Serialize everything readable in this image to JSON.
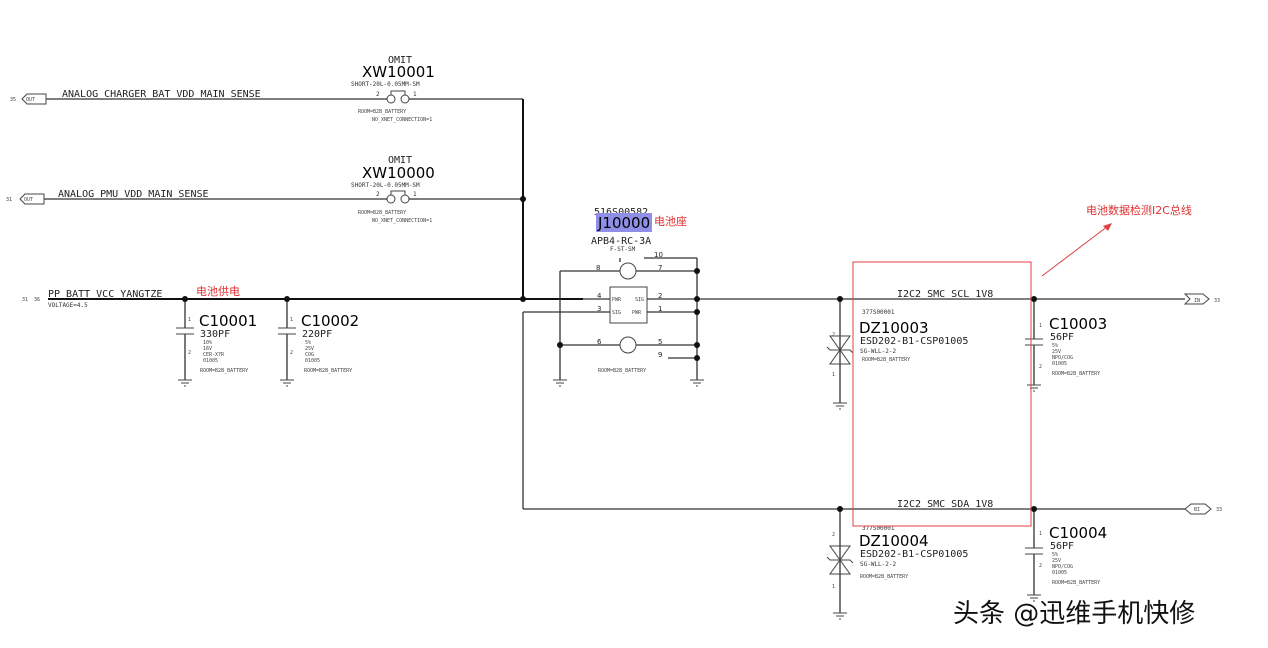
{
  "nets": {
    "charger_sense": "ANALOG_CHARGER_BAT_VDD_MAIN_SENSE",
    "pmu_sense": "ANALOG_PMU_VDD_MAIN_SENSE",
    "batt": "PP_BATT_VCC_YANGTZE",
    "batt_voltage": "VOLTAGE=4.5",
    "scl": "I2C2_SMC_SCL_1V8",
    "sda": "I2C2_SMC_SDA_1V8"
  },
  "ports": {
    "out1": "OUT",
    "out2": "OUT",
    "in": "IN",
    "bi": "BI",
    "ref_charger": "35",
    "ref_pmu": "31",
    "ref_batt_a": "31",
    "ref_batt_b": "36",
    "ref_in": "33",
    "ref_bi": "33"
  },
  "xw10001": {
    "omit": "OMIT",
    "ref": "XW10001",
    "part": "SHORT-20L-0.05MM-SM",
    "room": "ROOM=B2B_BATTERY",
    "noxnet": "NO_XNET_CONNECTION=1",
    "pin_a": "2",
    "pin_b": "1"
  },
  "xw10000": {
    "omit": "OMIT",
    "ref": "XW10000",
    "part": "SHORT-20L-0.05MM-SM",
    "room": "ROOM=B2B_BATTERY",
    "noxnet": "NO_XNET_CONNECTION=1",
    "pin_a": "2",
    "pin_b": "1"
  },
  "c10001": {
    "ref": "C10001",
    "value": "330PF",
    "p1": "10%",
    "p2": "16V",
    "p3": "CER-X7R",
    "p4": "01005",
    "room": "ROOM=B2B_BATTERY",
    "pin_a": "1",
    "pin_b": "2"
  },
  "c10002": {
    "ref": "C10002",
    "value": "220PF",
    "p1": "5%",
    "p2": "25V",
    "p3": "COG",
    "p4": "01005",
    "room": "ROOM=B2B_BATTERY",
    "pin_a": "1",
    "pin_b": "2"
  },
  "j10000": {
    "partno": "516S00582",
    "ref": "J10000",
    "part": "APB4-RC-3A",
    "subpart": "F-ST-SM",
    "room": "ROOM=B2B_BATTERY",
    "pwr": "PWR",
    "sig": "SIG",
    "pins": [
      "8",
      "10",
      "7",
      "4",
      "2",
      "3",
      "1",
      "6",
      "5",
      "9"
    ]
  },
  "dz10003": {
    "partno": "377S00001",
    "ref": "DZ10003",
    "part": "ESD202-B1-CSP01005",
    "pkg": "SG-WLL-2-2",
    "room": "ROOM=B2B_BATTERY",
    "pin_a": "2",
    "pin_b": "1"
  },
  "dz10004": {
    "partno": "377S00001",
    "ref": "DZ10004",
    "part": "ESD202-B1-CSP01005",
    "pkg": "SG-WLL-2-2",
    "room": "ROOM=B2B_BATTERY",
    "pin_a": "2",
    "pin_b": "1"
  },
  "c10003": {
    "ref": "C10003",
    "value": "56PF",
    "p1": "5%",
    "p2": "25V",
    "p3": "NPO/COG",
    "p4": "01005",
    "room": "ROOM=B2B_BATTERY",
    "pin_a": "1",
    "pin_b": "2"
  },
  "c10004": {
    "ref": "C10004",
    "value": "56PF",
    "p1": "5%",
    "p2": "25V",
    "p3": "NPO/COG",
    "p4": "01005",
    "room": "ROOM=B2B_BATTERY",
    "pin_a": "1",
    "pin_b": "2"
  },
  "annotations": {
    "battery_supply": "电池供电",
    "battery_socket": "电池座",
    "i2c_bus": "电池数据检测I2C总线"
  },
  "watermark": "头条 @迅维手机快修",
  "colors": {
    "annotation": "#e03030",
    "highlight": "#8f8fe8",
    "wire": "#333333"
  }
}
